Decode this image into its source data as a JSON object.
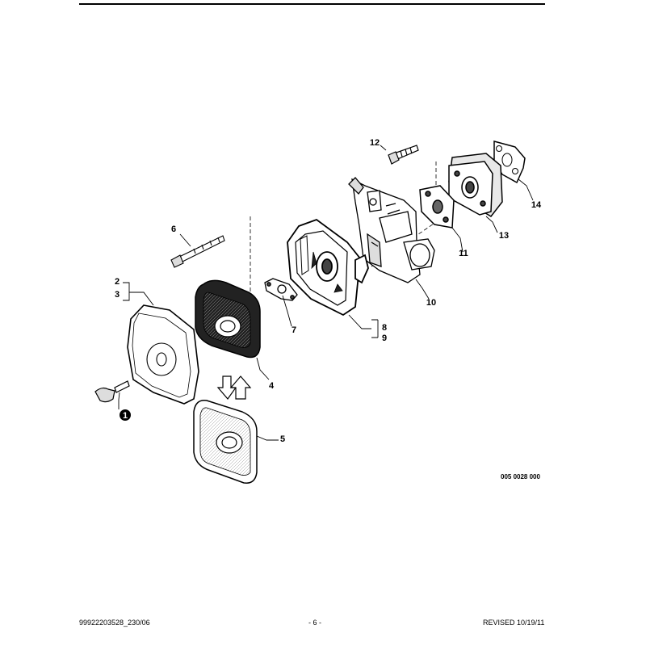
{
  "callouts": {
    "c1": "1",
    "c2": "2",
    "c3": "3",
    "c4": "4",
    "c5": "5",
    "c6": "6",
    "c7": "7",
    "c8": "8",
    "c9": "9",
    "c10": "10",
    "c11": "11",
    "c12": "12",
    "c13": "13",
    "c14": "14"
  },
  "drawing_number": "005 0028 000",
  "footer": {
    "doc_id": "99922203528_230/06",
    "page": "- 6 -",
    "revised": "REVISED 10/19/11"
  }
}
